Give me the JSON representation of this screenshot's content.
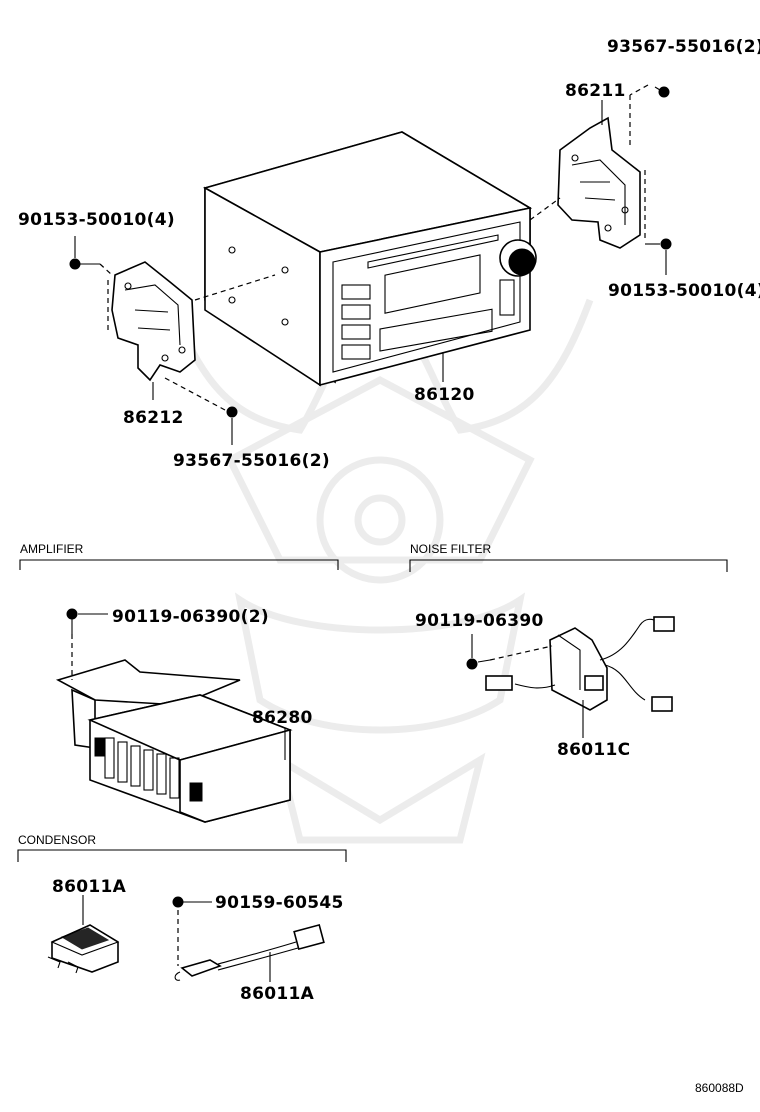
{
  "labels": {
    "bolt_top_right": "93567-55016(2)",
    "bracket_right": "86211",
    "screw_left": "90153-50010(4)",
    "screw_right": "90153-50010(4)",
    "bracket_left": "86212",
    "bolt_bottom_left": "93567-55016(2)",
    "radio": "86120",
    "amp_screw": "90119-06390(2)",
    "amplifier": "86280",
    "nf_screw": "90119-06390",
    "noise_filter": "86011C",
    "condensor_left": "86011A",
    "condensor_screw": "90159-60545",
    "condensor_right": "86011A"
  },
  "sections": {
    "amplifier": "AMPLIFIER",
    "noise_filter": "NOISE FILTER",
    "condensor": "CONDENSOR"
  },
  "diagram_code": "860088D"
}
